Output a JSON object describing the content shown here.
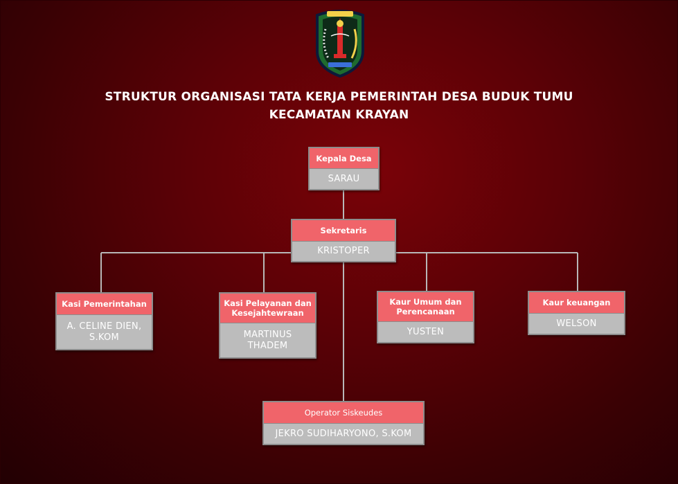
{
  "header": {
    "title_line1": "STRUKTUR ORGANISASI TATA KERJA PEMERINTAH DESA BUDUK TUMU",
    "title_line2": "KECAMATAN KRAYAN",
    "emblem_icon": "regency-coat-of-arms-icon"
  },
  "org": {
    "kepala_desa": {
      "role": "Kepala Desa",
      "name": "SARAU"
    },
    "sekretaris": {
      "role": "Sekretaris",
      "name": "KRISTOPER"
    },
    "kasi_pemerintahan": {
      "role": "Kasi Pemerintahan",
      "name": "A. CELINE DIEN, S.KOM"
    },
    "kasi_pelayanan": {
      "role": "Kasi Pelayanan dan Kesejahtewraan",
      "name": "MARTINUS THADEM"
    },
    "kaur_umum": {
      "role": "Kaur Umum dan Perencanaan",
      "name": "YUSTEN"
    },
    "kaur_keuangan": {
      "role": "Kaur keuangan",
      "name": "WELSON"
    },
    "operator": {
      "role": "Operator Siskeudes",
      "name": "JEKRO SUDIHARYONO, S.KOM"
    }
  },
  "colors": {
    "background": "#5c0106",
    "role_header": "#f0646a",
    "name_panel": "#bcbcbc",
    "connector": "#b8b8b8"
  }
}
